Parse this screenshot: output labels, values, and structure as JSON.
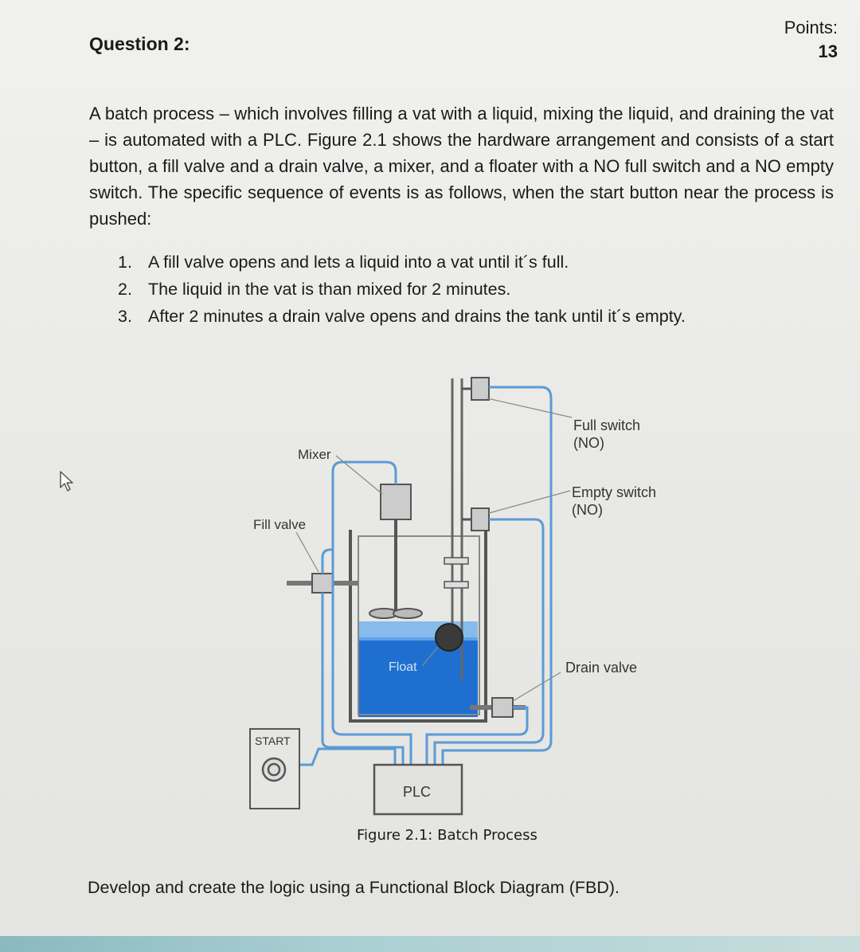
{
  "question": {
    "title": "Question 2:",
    "points_label": "Points:",
    "points_value": "13"
  },
  "intro": "A batch process – which involves filling a vat with a liquid, mixing the liquid, and draining the vat – is automated with a PLC. Figure 2.1 shows the hardware arrangement and consists of a start button, a fill valve and a drain valve, a mixer, and a floater with a NO full switch and a NO empty switch. The specific sequence of events is as follows, when the start button near the process is pushed:",
  "steps": [
    {
      "num": "1.",
      "text": "A fill valve opens and lets a liquid into a vat until it´s full."
    },
    {
      "num": "2.",
      "text": "The liquid in the vat is than mixed for 2 minutes."
    },
    {
      "num": "3.",
      "text": "After 2 minutes a drain valve opens and drains the tank until it´s empty."
    }
  ],
  "figure": {
    "labels": {
      "mixer": "Mixer",
      "fill_valve": "Fill valve",
      "full_switch_1": "Full switch",
      "full_switch_2": "(NO)",
      "empty_switch_1": "Empty switch",
      "empty_switch_2": "(NO)",
      "drain_valve": "Drain valve",
      "float": "Float",
      "start": "START",
      "plc": "PLC"
    },
    "caption": "Figure 2.1: Batch Process",
    "colors": {
      "liquid": "#1f6fd0",
      "wire": "#5a9bd5",
      "outline": "#555555"
    }
  },
  "closing": "Develop and create the logic using a Functional Block Diagram (FBD)."
}
